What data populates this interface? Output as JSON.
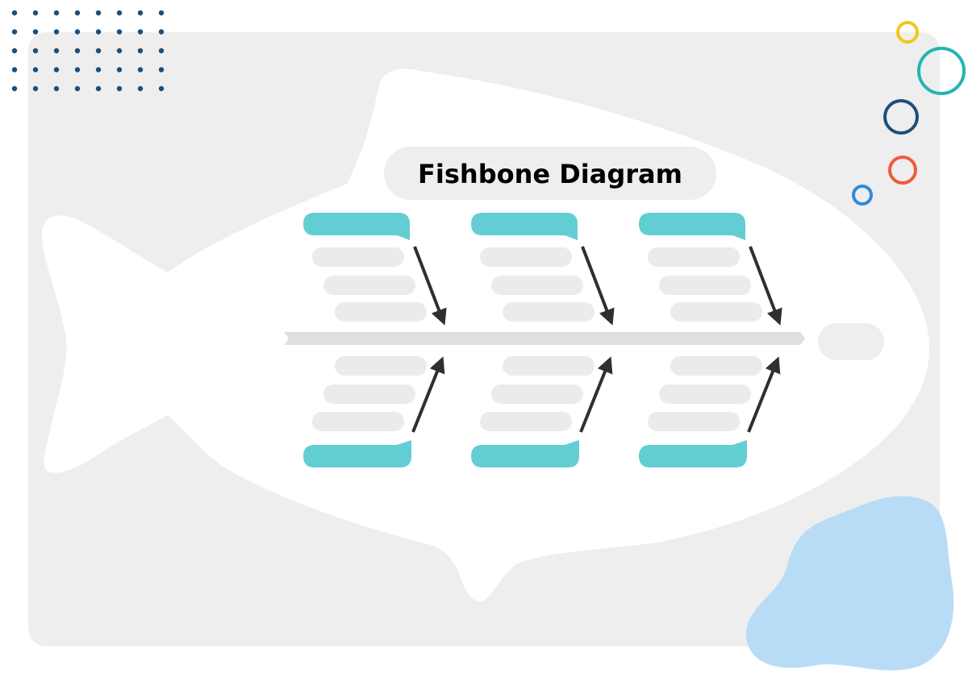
{
  "diagram": {
    "title": "Fishbone Diagram",
    "type": "fishbone",
    "category_count": 6,
    "cause_placeholders_per_category": 3
  },
  "colors": {
    "panel": "#eeeeee",
    "fish_body": "#ffffff",
    "category_box": "#63cdd4",
    "cause_placeholder": "#ebebeb",
    "spine": "#e0dfdf",
    "arrow": "#2f2f2f",
    "title_pill": "#eeeeee",
    "dot_grid": "#1a4f7a",
    "circle_yellow": "#f5c518",
    "circle_teal": "#27b3b3",
    "circle_navy": "#1f4e79",
    "circle_orange": "#f05a3c",
    "circle_blue": "#2f8ad6",
    "blob": "#b9dcf6"
  },
  "decorations": {
    "dot_grid_rows": 5,
    "dot_grid_cols": 8,
    "circle_icons": [
      "yellow-circle-icon",
      "teal-circle-icon",
      "navy-circle-icon",
      "orange-circle-icon",
      "blue-circle-icon"
    ]
  }
}
